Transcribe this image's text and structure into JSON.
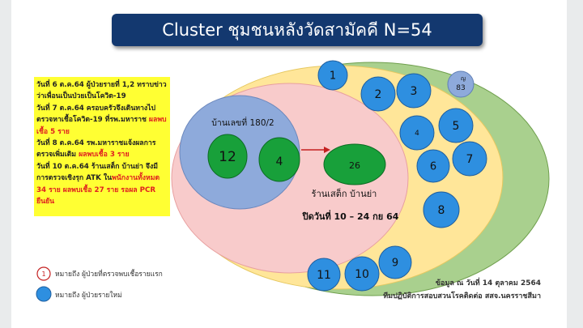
{
  "title": "Cluster ชุมชนหลังวัดสามัคคี N=54",
  "info_lines": [
    [
      {
        "t": "วันที่ 6 ต.ค.64 ผู้ป่วยรายที่ 1,2 ทราบข่าวว่าเพื่อนเป็นป่วยเป็นโควิด-19",
        "c": "black"
      }
    ],
    [
      {
        "t": "วันที่ 7 ต.ค.64 ครอบครัวจึงเดินทางไปตรวจหาเชื้อโควิด-19 ที่รพ.มหาราช ",
        "c": "black"
      },
      {
        "t": "ผลพบเชื้อ 5 ราย",
        "c": "red"
      }
    ],
    [
      {
        "t": "วันที่ 8 ต.ค.64 รพ.มหาราชแจ้งผลการตรวจเพิ่มเติม ",
        "c": "black"
      },
      {
        "t": "ผลพบเชื้อ 3 ราย",
        "c": "red"
      }
    ],
    [
      {
        "t": "วันที่ 10 ต.ค.64 ร้านเสต็ก บ้านย่า จึงมีการตรวจเชิงรุก ATK ใน",
        "c": "black"
      },
      {
        "t": "พนักงานทั้งหมด 34 ราย ผลพบเชื้อ 27 ราย รอผล PCR ยืนยัน",
        "c": "red"
      }
    ]
  ],
  "labels": {
    "house": "บ้านเลขที่ 180/2",
    "restaurant": "ร้านเสต็ก บ้านย่า",
    "closed": "ปิดวันที่ 10 – 24 กย 64",
    "legend_first": "หมายถึง ผู้ป่วยที่ตรวจพบเชื้อรายแรก",
    "legend_new": "หมายถึง ผู้ป่วยรายใหม่",
    "legend_marker": "1",
    "footer_date": "ข้อมูล ณ วันที่ 14 ตุลาคม 2564",
    "footer_team": "ทีมปฏิบัติการสอบสวนโรคติดต่อ สสจ.นครราชสีมา"
  },
  "nodes": {
    "blue": [
      "1",
      "2",
      "3",
      "4",
      "5",
      "6",
      "7",
      "8",
      "9",
      "10",
      "11"
    ],
    "house": [
      "12",
      "4"
    ],
    "restaurant": "26",
    "external": "83",
    "external_sub": "ญ"
  },
  "colors": {
    "outer_green": "#a9d08e",
    "yellow_zone": "#ffe699",
    "pink_zone": "#f8cbcb",
    "house_zone": "#8eaadb",
    "green_node": "#18a03a",
    "blue_node": "#2e8fe0",
    "title_bg": "#13386f"
  }
}
